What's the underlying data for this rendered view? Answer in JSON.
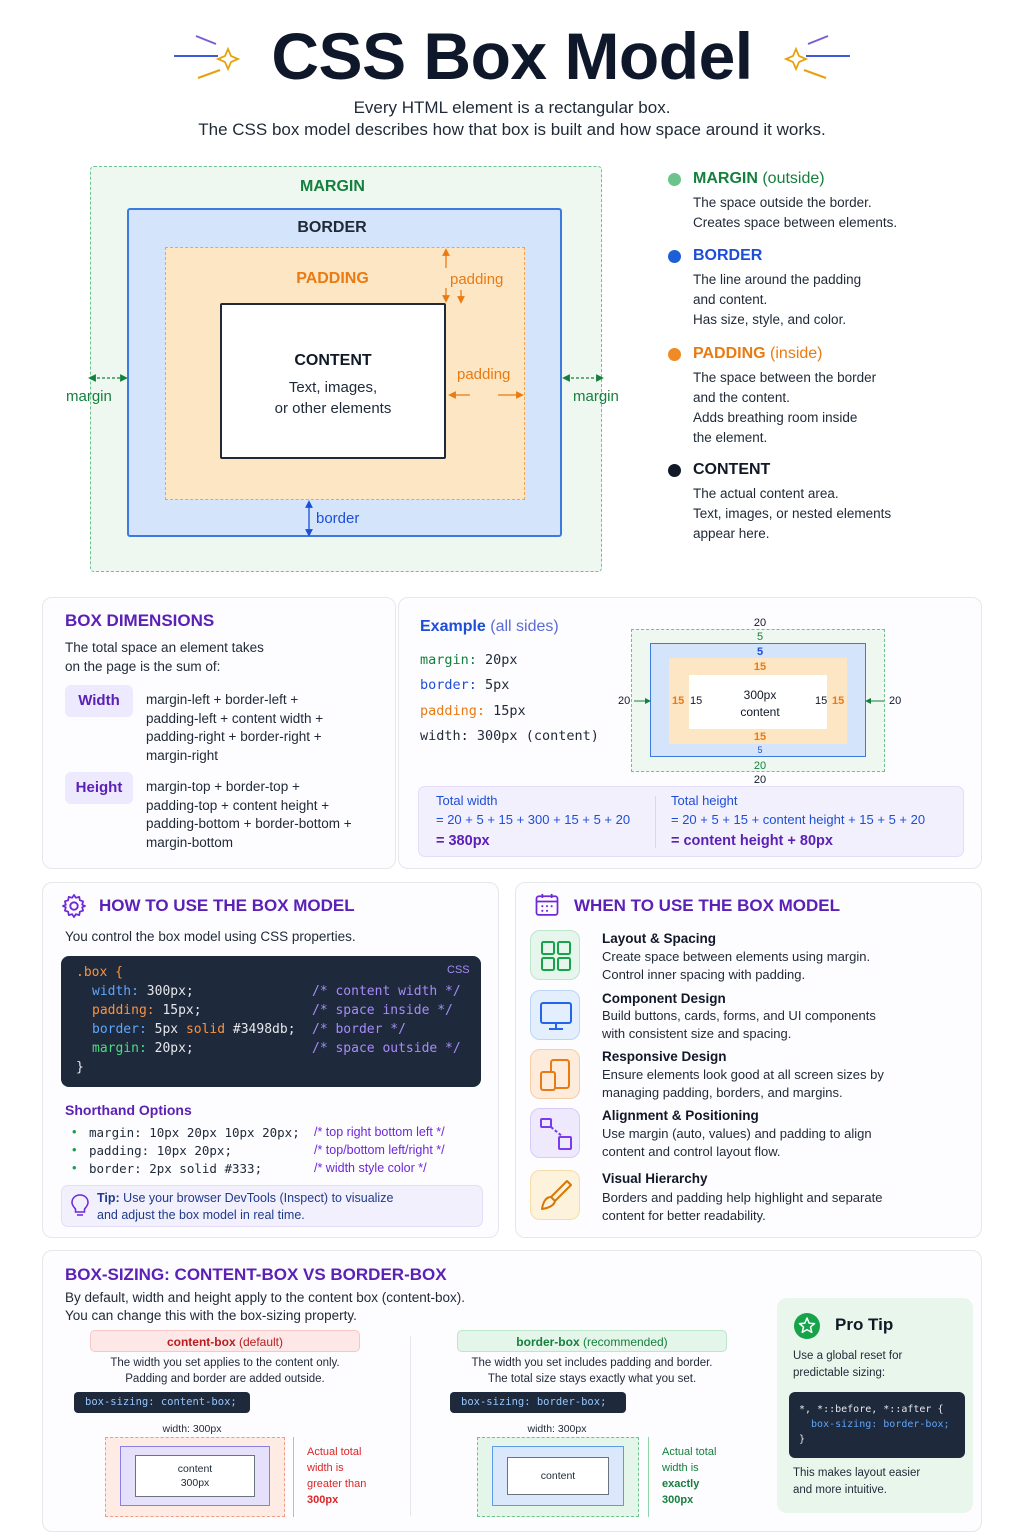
{
  "header": {
    "title": "CSS Box Model",
    "subtitle_line1": "Every HTML element is a rectangular box.",
    "subtitle_line2": "The CSS box model describes how that box is built and how space around it works."
  },
  "diagram": {
    "margin_label": "MARGIN",
    "border_label": "BORDER",
    "padding_label": "PADDING",
    "content_label": "CONTENT",
    "content_text_1": "Text, images,",
    "content_text_2": "or other elements",
    "margin_left": "margin",
    "margin_right": "margin",
    "padding_top": "padding",
    "padding_right": "padding",
    "border_bottom": "border"
  },
  "legend": [
    {
      "title": "MARGIN",
      "qualifier": "(outside)",
      "lines": [
        "The space outside the border.",
        "Creates space between elements."
      ],
      "color": "#6cc48c",
      "title_color": "#15803d"
    },
    {
      "title": "BORDER",
      "qualifier": "",
      "lines": [
        "The line around the padding",
        "and content.",
        "Has size, style, and color."
      ],
      "color": "#1d5fd6",
      "title_color": "#1d4ed8"
    },
    {
      "title": "PADDING",
      "qualifier": "(inside)",
      "lines": [
        "The space between the border",
        "and the content.",
        "Adds breathing room inside",
        "the element."
      ],
      "color": "#f08a24",
      "title_color": "#ea7a12"
    },
    {
      "title": "CONTENT",
      "qualifier": "",
      "lines": [
        "The actual content area.",
        "Text, images, or nested elements",
        "appear here."
      ],
      "color": "#111827",
      "title_color": "#111827"
    }
  ],
  "dimensions": {
    "title": "BOX DIMENSIONS",
    "intro_1": "The total space an element takes",
    "intro_2": "on the page is the sum of:",
    "width_pill": "Width",
    "width_lines": [
      "margin-left + border-left +",
      "padding-left + content width +",
      "padding-right + border-right +",
      "margin-right"
    ],
    "height_pill": "Height",
    "height_lines": [
      "margin-top + border-top +",
      "padding-top + content height +",
      "padding-bottom + border-bottom +",
      "margin-bottom"
    ]
  },
  "example": {
    "title": "Example",
    "title_suffix": "(all sides)",
    "props": [
      {
        "name": "margin:",
        "value": "20px",
        "color": "#15803d"
      },
      {
        "name": "border:",
        "value": "5px",
        "color": "#1d4ed8"
      },
      {
        "name": "padding:",
        "value": "15px",
        "color": "#ea7a12"
      },
      {
        "name": "width:",
        "value": "300px (content)",
        "color": "#111827"
      }
    ],
    "diagram": {
      "top_20": "20",
      "top_5": "5",
      "inner_5": "5",
      "top_15": "15",
      "left_20": "20",
      "left_15a": "15",
      "left_15b": "15",
      "content_1": "300px",
      "content_2": "content",
      "right_15a": "15",
      "right_15b": "15",
      "right_20": "20",
      "bottom_15": "15",
      "bottom_5": "5",
      "bottom_20a": "20",
      "bottom_20b": "20"
    },
    "total_width_label": "Total width",
    "total_width_calc": "= 20 + 5 + 15 + 300 + 15 + 5 + 20",
    "total_width_result": "= 380px",
    "total_height_label": "Total height",
    "total_height_calc": "= 20 + 5 + 15 + content height + 15 + 5 + 20",
    "total_height_result": "= content height + 80px"
  },
  "howto": {
    "title": "HOW TO USE THE BOX MODEL",
    "intro": "You control the box model using CSS properties.",
    "code_lang": "CSS",
    "code_selector": ".box {",
    "code_lines": [
      {
        "prop": "width:",
        "val": " 300px;",
        "comment": "/* content width */"
      },
      {
        "prop": "padding:",
        "val": " 15px;",
        "comment": "/* space inside */"
      },
      {
        "prop": "border:",
        "val": " 5px ",
        "comment": "/* border */"
      },
      {
        "prop": "margin:",
        "val": " 20px;",
        "comment": "/* space outside */"
      }
    ],
    "border_solid": "solid",
    "border_color": "#3498db;",
    "code_close": "}",
    "shorthand_title": "Shorthand Options",
    "shorthand": [
      {
        "code": "margin: 10px 20px 10px 20px;",
        "comment": "/* top right bottom left */"
      },
      {
        "code": "padding: 10px 20px;",
        "comment": "/* top/bottom left/right */"
      },
      {
        "code": "border: 2px solid #333;",
        "comment": "/* width style color */"
      }
    ],
    "tip_label": "Tip:",
    "tip_text_1": " Use your browser DevTools (Inspect) to visualize",
    "tip_text_2": "and adjust the box model in real time."
  },
  "when": {
    "title": "WHEN TO USE THE BOX MODEL",
    "items": [
      {
        "title": "Layout & Spacing",
        "lines": [
          "Create space between elements using margin.",
          "Control inner spacing with padding."
        ],
        "icon": "layout-grid-icon",
        "bg": "#e6f6ec",
        "fg": "#16a34a"
      },
      {
        "title": "Component Design",
        "lines": [
          "Build buttons, cards, forms, and UI components",
          "with consistent size and spacing."
        ],
        "icon": "monitor-icon",
        "bg": "#e3effd",
        "fg": "#2563eb"
      },
      {
        "title": "Responsive Design",
        "lines": [
          "Ensure elements look good at all screen sizes by",
          "managing padding, borders, and margins."
        ],
        "icon": "devices-icon",
        "bg": "#fdebdc",
        "fg": "#ea7a12"
      },
      {
        "title": "Alignment & Positioning",
        "lines": [
          "Use margin (auto, values) and padding to align",
          "content and control layout flow."
        ],
        "icon": "align-icon",
        "bg": "#efe9fd",
        "fg": "#7c3aed"
      },
      {
        "title": "Visual Hierarchy",
        "lines": [
          "Borders and padding help highlight and separate",
          "content for better readability."
        ],
        "icon": "brush-icon",
        "bg": "#fdf2dc",
        "fg": "#d97706"
      }
    ]
  },
  "sizing": {
    "title": "BOX-SIZING: CONTENT-BOX VS BORDER-BOX",
    "intro_1": "By default, width and height apply to the content box (content-box).",
    "intro_2": "You can change this with the box-sizing property.",
    "content_box": {
      "heading": "content-box",
      "heading_suffix": "(default)",
      "text_1": "The width you set applies to the content only.",
      "text_2": "Padding and border are added outside.",
      "code": "box-sizing: content-box;",
      "width_label": "width: 300px",
      "inner_1": "content",
      "inner_2": "300px",
      "note_1": "Actual total",
      "note_2": "width is",
      "note_3": "greater than",
      "note_4": "300px"
    },
    "border_box": {
      "heading": "border-box",
      "heading_suffix": "(recommended)",
      "text_1": "The width you set includes padding and border.",
      "text_2": "The total size stays exactly what you set.",
      "code": "box-sizing: border-box;",
      "width_label": "width: 300px",
      "inner_1": "content",
      "note_1": "Actual total",
      "note_2": "width is",
      "note_3": "exactly",
      "note_4": "300px"
    },
    "protip": {
      "title": "Pro Tip",
      "text_1": "Use a global reset for",
      "text_2": "predictable sizing:",
      "code_1": "*, *::before, *::after {",
      "code_2": "  box-sizing: border-box;",
      "code_3": "}",
      "footer_1": "This makes layout easier",
      "footer_2": "and more intuitive."
    }
  }
}
